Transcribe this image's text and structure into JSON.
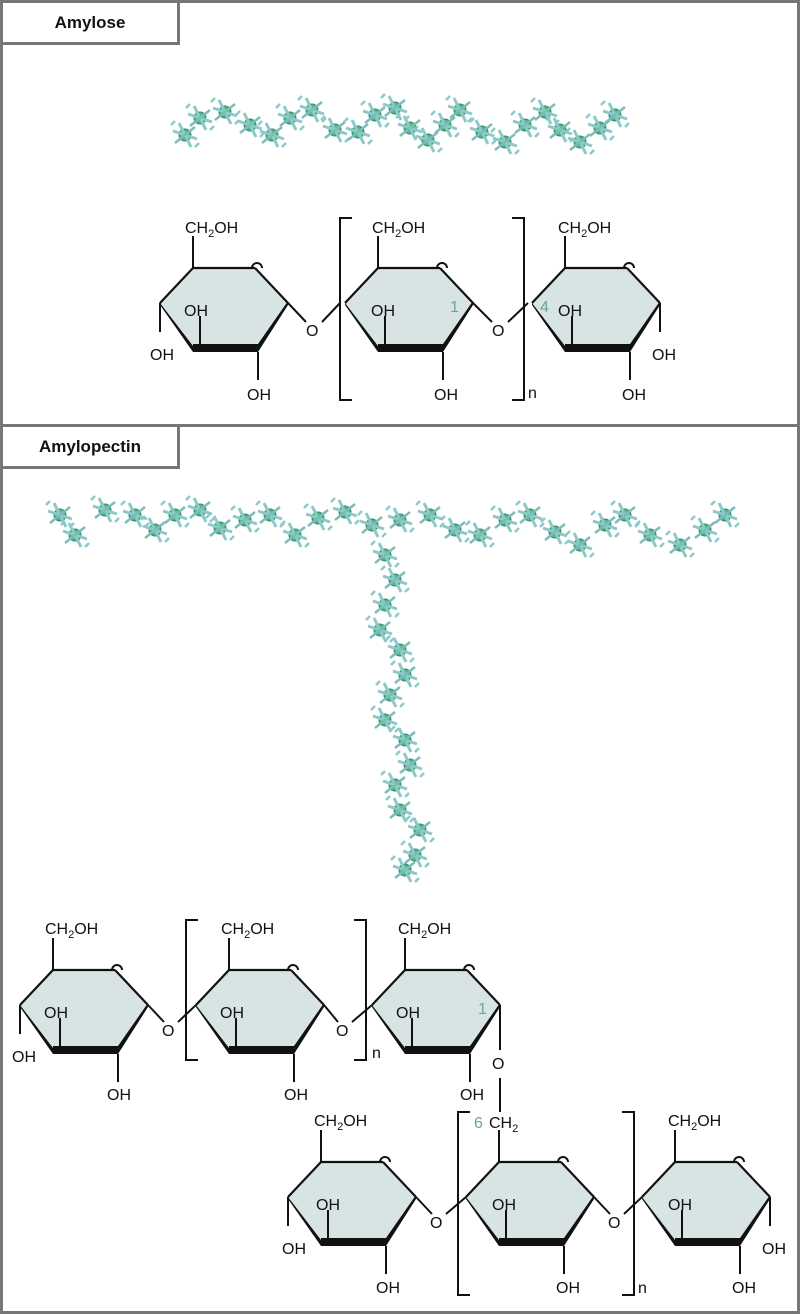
{
  "sections": [
    {
      "label": "Amylose",
      "model_3d": "helical chain (space-filling glucose model)",
      "structure": {
        "units": [
          "glucose",
          "[glucose]n",
          "glucose"
        ],
        "linkage": "α(1→4)",
        "carbon_labels": [
          "1",
          "4"
        ],
        "repeat_subscript": "n"
      }
    },
    {
      "label": "Amylopectin",
      "model_3d": "branched helical chain (space-filling glucose model)",
      "structure": {
        "main_chain_units": [
          "glucose",
          "[glucose]n",
          "glucose"
        ],
        "branch_units": [
          "glucose",
          "[glucose]n",
          "glucose"
        ],
        "branch_linkage": "α(1→6)",
        "carbon_labels": [
          "1",
          "6"
        ],
        "repeat_subscript": "n"
      }
    }
  ],
  "text": {
    "ch2oh": "CH",
    "ch2oh_sub": "2",
    "ch2oh_end": "OH",
    "oh": "OH",
    "o": "O",
    "n": "n",
    "c1": "1",
    "c4": "4",
    "c6": "6",
    "ch2": "CH"
  },
  "colors": {
    "border": "#777777",
    "ring_fill": "#d8e4e4",
    "carbon_label": "#6ba3a3",
    "model_green": "#4fb87a",
    "model_cyan": "#8cc9c9"
  }
}
